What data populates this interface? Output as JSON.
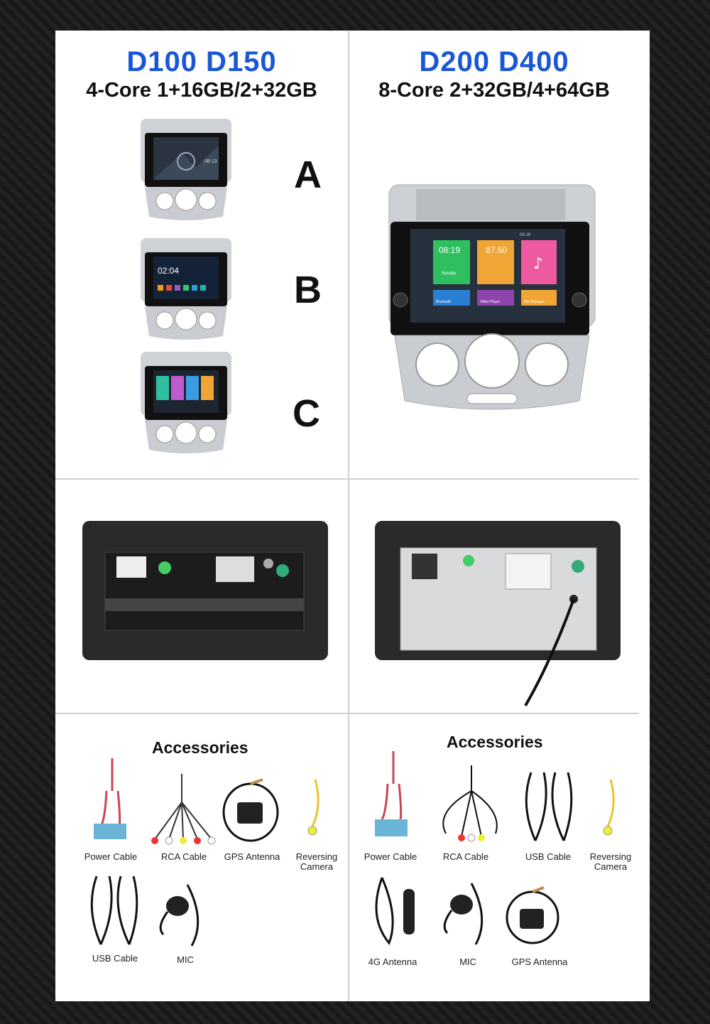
{
  "left": {
    "models": "D100 D150",
    "spec": "4-Core 1+16GB/2+32GB",
    "options": [
      {
        "letter": "A",
        "time": "08:13"
      },
      {
        "letter": "B",
        "time": "02:04"
      },
      {
        "letter": "C"
      }
    ]
  },
  "right": {
    "models": "D200 D400",
    "spec": "8-Core 2+32GB/4+64GB",
    "screen": {
      "status_time": "08:19",
      "clock": "08:19",
      "day": "Sunday",
      "radio": "87.50",
      "tiles": [
        "Bluetooth",
        "Video Player",
        "File Manager"
      ]
    }
  },
  "accessories_left": {
    "title": "Accessories",
    "items": [
      "Power Cable",
      "RCA Cable",
      "GPS Antenna",
      "Reversing Camera",
      "USB Cable",
      "MIC"
    ]
  },
  "accessories_right": {
    "title": "Accessories",
    "items": [
      "Power Cable",
      "RCA Cable",
      "USB Cable",
      "Reversing Camera",
      "4G Antenna",
      "MIC",
      "GPS Antenna"
    ]
  },
  "colors": {
    "model_blue": "#1a57d6",
    "tile_green": "#2fbf5f",
    "tile_orange": "#f0a534",
    "tile_pink": "#ee5aa0"
  }
}
